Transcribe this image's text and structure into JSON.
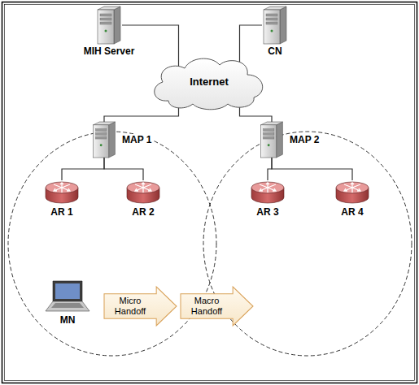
{
  "diagram": {
    "nodes": [
      {
        "text": [
          "MIH Server"
        ]
      },
      {
        "text": [
          "CN"
        ]
      },
      {
        "text": [
          "Internet"
        ]
      },
      {
        "text": [
          "MAP 1"
        ]
      },
      {
        "text": [
          "MAP 2"
        ]
      },
      {
        "text": [
          "AR 1"
        ]
      },
      {
        "text": [
          "AR 2"
        ]
      },
      {
        "text": [
          "AR 3"
        ]
      },
      {
        "text": [
          "AR 4"
        ]
      },
      {
        "text": [
          "MN"
        ]
      },
      {
        "text": [
          "Micro Handoff"
        ]
      },
      {
        "text": [
          "Macro Handoff"
        ]
      }
    ],
    "edges": [
      {
        "from": 0,
        "to": 2,
        "arrow": "none"
      },
      {
        "from": 1,
        "to": 2,
        "arrow": "none"
      },
      {
        "from": 2,
        "to": 3,
        "arrow": "none"
      },
      {
        "from": 2,
        "to": 4,
        "arrow": "none"
      },
      {
        "from": 3,
        "to": 5,
        "arrow": "none"
      },
      {
        "from": 3,
        "to": 6,
        "arrow": "none"
      },
      {
        "from": 4,
        "to": 7,
        "arrow": "none"
      },
      {
        "from": 4,
        "to": 8,
        "arrow": "none"
      }
    ]
  }
}
